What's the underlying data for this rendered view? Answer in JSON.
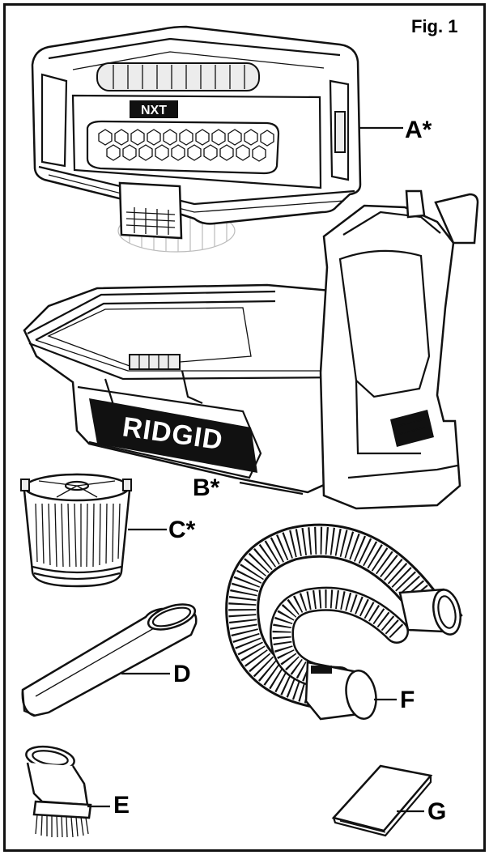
{
  "figure": {
    "title": "Fig. 1",
    "brand_text": "RIDGID",
    "powerhead_badge": "NXT",
    "parts": [
      {
        "key": "A",
        "label": "A*"
      },
      {
        "key": "B",
        "label": "B*"
      },
      {
        "key": "C",
        "label": "C*"
      },
      {
        "key": "D",
        "label": "D"
      },
      {
        "key": "E",
        "label": "E"
      },
      {
        "key": "F",
        "label": "F"
      },
      {
        "key": "G",
        "label": "G"
      }
    ]
  }
}
